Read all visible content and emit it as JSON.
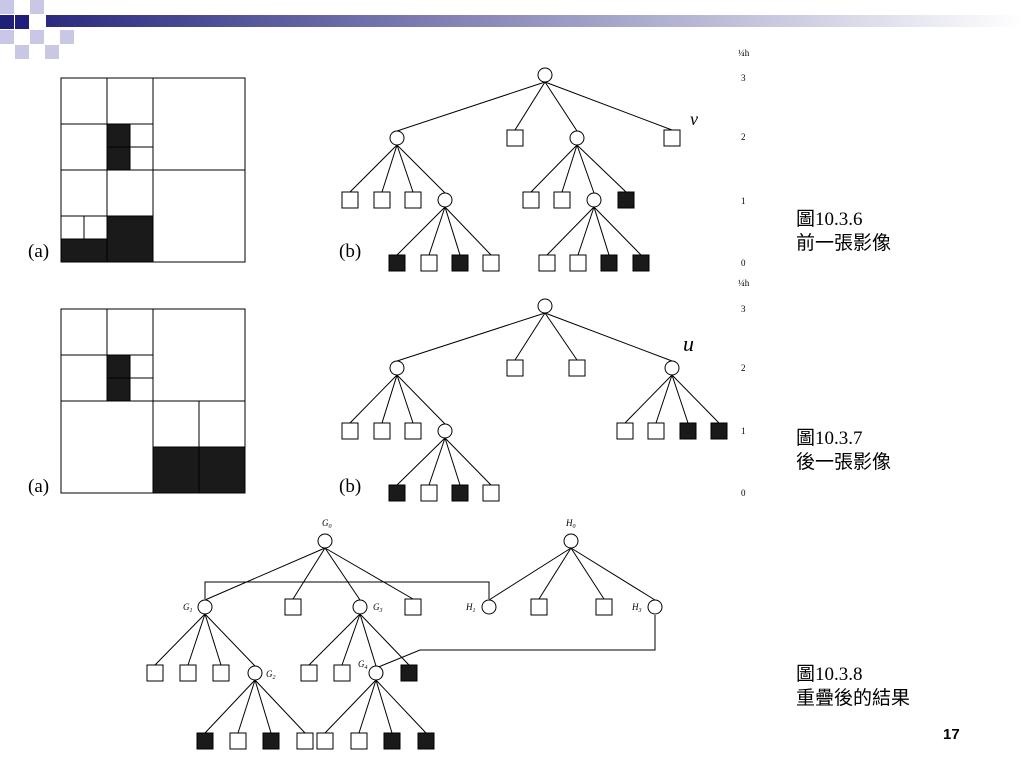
{
  "fig1": {
    "label_a": "(a)",
    "label_b": "(b)",
    "caption_line1": "圖10.3.6",
    "caption_line2": "前一張影像",
    "vertex_label": "v",
    "level_header": "¼h",
    "levels": [
      "3",
      "2",
      "1",
      "0"
    ]
  },
  "fig2": {
    "label_a": "(a)",
    "label_b": "(b)",
    "caption_line1": "圖10.3.7",
    "caption_line2": "後一張影像",
    "vertex_label": "u",
    "level_header": "¼h",
    "levels": [
      "3",
      "2",
      "1",
      "0"
    ]
  },
  "fig3": {
    "caption_line1": "圖10.3.8",
    "caption_line2": "重疊後的結果",
    "node_labels": {
      "G0": "G",
      "G0_sub": "0",
      "H0": "H",
      "H0_sub": "0",
      "G1": "G",
      "G1_sub": "1",
      "G3": "G",
      "G3_sub": "3",
      "H1": "H",
      "H1_sub": "1",
      "H3": "H",
      "H3_sub": "3",
      "G2": "G",
      "G2_sub": "2",
      "G4": "G",
      "G4_sub": "4"
    }
  },
  "page_number": "17",
  "colors": {
    "header_square_dark": "#1f1f7a",
    "header_square_light": "#c8c8e6",
    "header_bar_start": "#2a2a80",
    "header_bar_end": "#ffffff",
    "fill_black": "#1a1a1a"
  }
}
